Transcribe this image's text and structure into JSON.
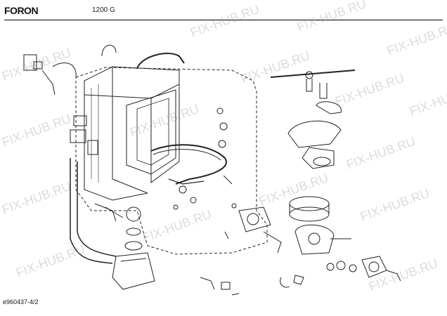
{
  "header": {
    "brand": "FORON",
    "model": "1200 G"
  },
  "footer": {
    "doc_code": "e960437-4/2"
  },
  "watermark": {
    "text": "FIX-HUB.RU",
    "color": "#8a939c"
  }
}
